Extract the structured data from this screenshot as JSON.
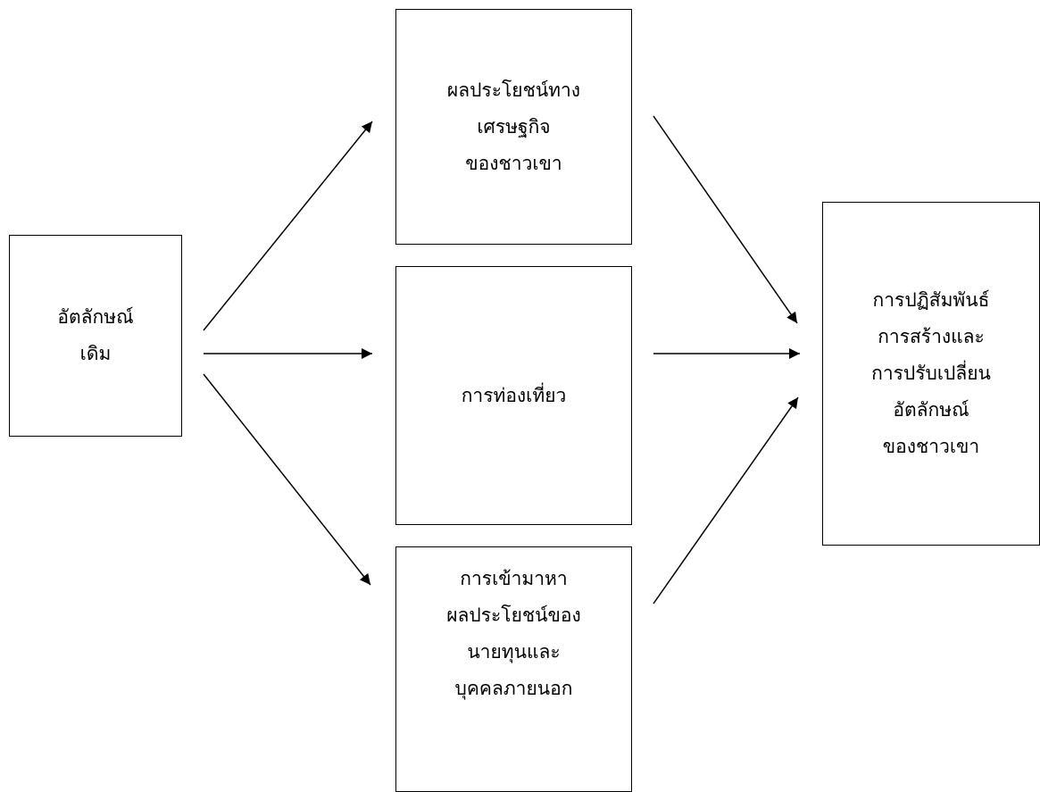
{
  "diagram": {
    "nodes": {
      "original_identity": {
        "lines": [
          "อัตลักษณ์",
          "เดิม"
        ]
      },
      "economic_benefits": {
        "lines": [
          "ผลประโยชน์ทาง",
          "เศรษฐกิจ",
          "ของชาวเขา"
        ]
      },
      "tourism": {
        "lines": [
          "การท่องเที่ยว"
        ]
      },
      "outsider_interests": {
        "lines": [
          "การเข้ามาหา",
          "ผลประโยชน์ของ",
          "นายทุนและ",
          "บุคคลภายนอก"
        ]
      },
      "identity_outcome": {
        "lines": [
          "การปฏิสัมพันธ์",
          "การสร้างและ",
          "การปรับเปลี่ยน",
          "อัตลักษณ์",
          "ของชาวเขา"
        ]
      }
    },
    "edges": [
      {
        "from": "original_identity",
        "to": "economic_benefits"
      },
      {
        "from": "original_identity",
        "to": "tourism"
      },
      {
        "from": "original_identity",
        "to": "outsider_interests"
      },
      {
        "from": "economic_benefits",
        "to": "identity_outcome"
      },
      {
        "from": "tourism",
        "to": "identity_outcome"
      },
      {
        "from": "outsider_interests",
        "to": "identity_outcome"
      }
    ],
    "colors": {
      "line": "#000000",
      "background": "#ffffff"
    }
  }
}
